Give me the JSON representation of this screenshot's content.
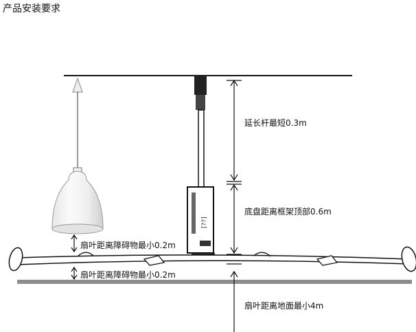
{
  "title": "产品安装要求",
  "labels": {
    "extension_rod": "延长杆最短0.3m",
    "base_to_frame": "底盘距离框架顶部0.6m",
    "blade_to_obstacle_upper": "扇叶距离障碍物最小0.2m",
    "blade_to_obstacle_lower": "扇叶距离障碍物最小0.2m",
    "blade_to_floor": "扇叶距离地面最小4m"
  },
  "motor_housing_text": "[??]",
  "colors": {
    "line": "#111111",
    "lamp_shade": "#eeeeee",
    "floor": "#8c8c8c"
  }
}
